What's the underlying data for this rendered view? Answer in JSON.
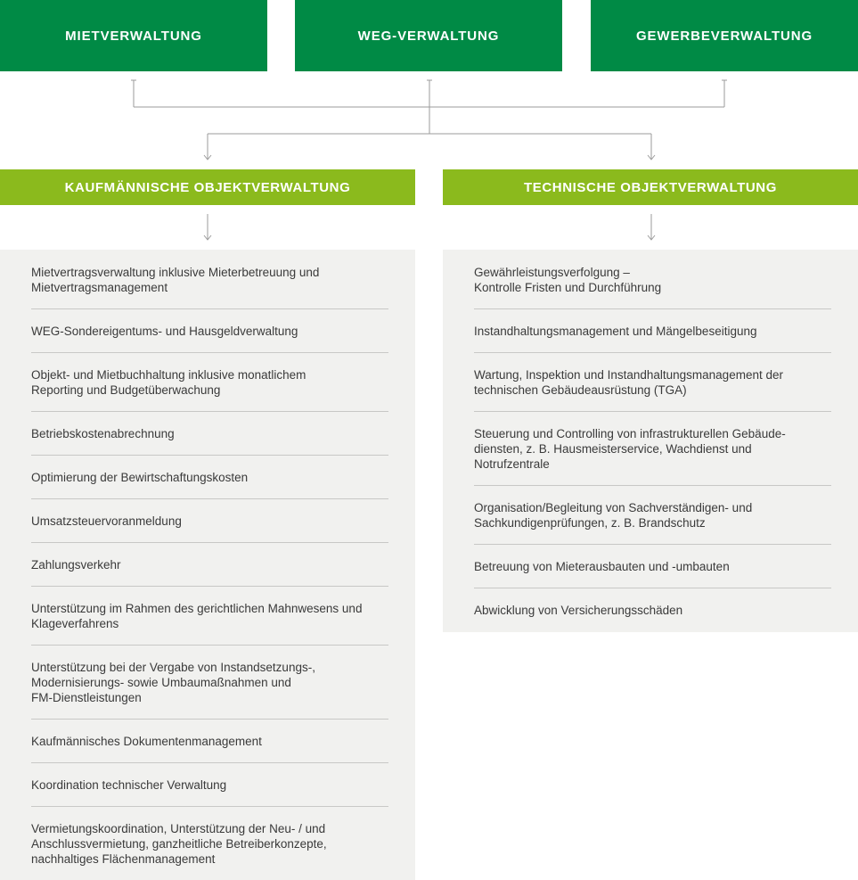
{
  "top_boxes": [
    "MIETVERWALTUNG",
    "WEG-VERWALTUNG",
    "GEWERBEVERWALTUNG"
  ],
  "mid_boxes": [
    "KAUFMÄNNISCHE OBJEKTVERWALTUNG",
    "TECHNISCHE OBJEKTVERWALTUNG"
  ],
  "colors": {
    "top": "#008a45",
    "mid": "#8bba1d",
    "panel": "#f1f1ef",
    "connector": "#9b9b9b"
  },
  "left_items": [
    "Mietvertragsverwaltung inklusive Mieterbetreuung und\nMietvertragsmanagement",
    "WEG-Sondereigentums- und Hausgeldverwaltung",
    "Objekt- und Mietbuchhaltung inklusive monatlichem\nReporting und Budgetüberwachung",
    "Betriebskostenabrechnung",
    "Optimierung der Bewirtschaftungskosten",
    "Umsatzsteuervoranmeldung",
    "Zahlungsverkehr",
    "Unterstützung im Rahmen des gerichtlichen Mahnwesens und\nKlageverfahrens",
    "Unterstützung bei der Vergabe von Instandsetzungs-,\nModernisierungs- sowie Umbaumaßnahmen und\nFM-Dienstleistungen",
    "Kaufmännisches Dokumentenmanagement",
    "Koordination technischer Verwaltung",
    "Vermietungskoordination, Unterstützung der Neu- / und\nAnschlussvermietung, ganzheitliche Betreiberkonzepte,\nnachhaltiges Flächenmanagement"
  ],
  "right_items": [
    "Gewährleistungsverfolgung –\nKontrolle Fristen und Durchführung",
    "Instandhaltungsmanagement und Mängelbeseitigung",
    "Wartung, Inspektion und Instandhaltungsmanagement der\ntechnischen Gebäudeausrüstung (TGA)",
    "Steuerung und Controlling von infrastrukturellen Gebäude-\ndiensten, z. B. Hausmeisterservice, Wachdienst und\nNotrufzentrale",
    "Organisation/Begleitung von Sachverständigen- und\nSachkundigenprüfungen, z. B. Brandschutz",
    "Betreuung von Mieterausbauten und -umbauten",
    "Abwicklung von Versicherungsschäden"
  ]
}
